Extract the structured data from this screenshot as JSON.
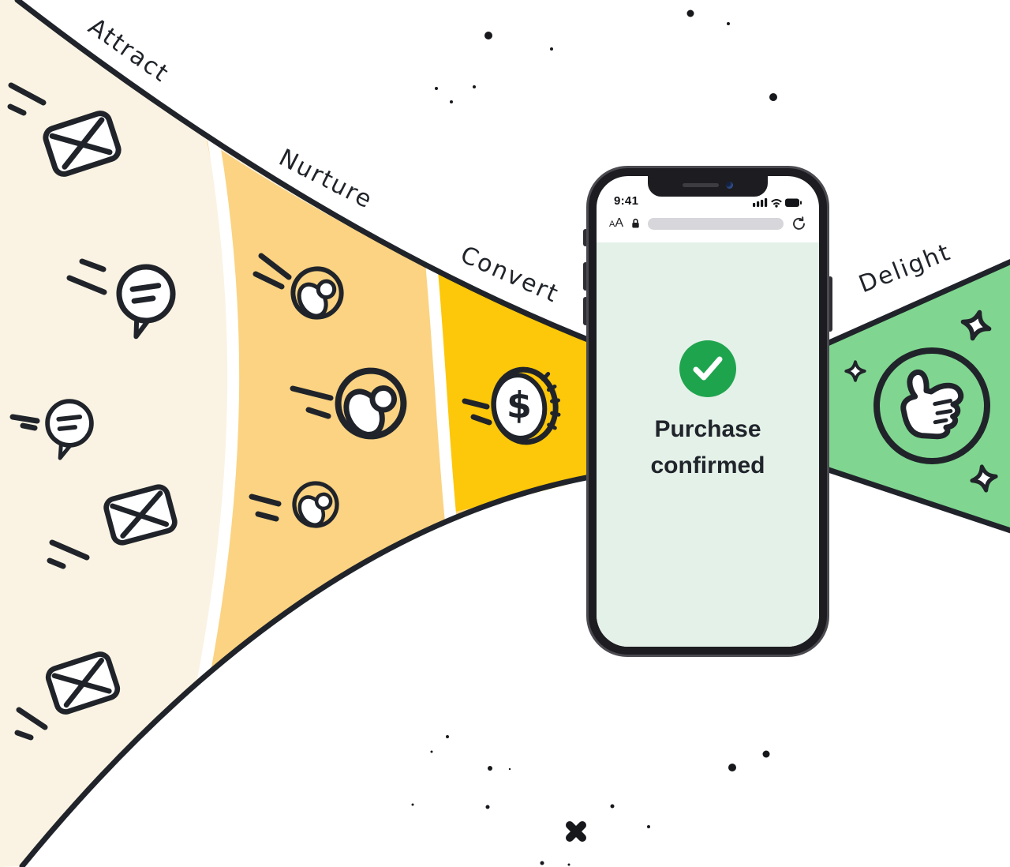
{
  "funnel": {
    "stages": [
      {
        "label": "Attract",
        "color": "#FAF3E3"
      },
      {
        "label": "Nurture",
        "color": "#FBD382"
      },
      {
        "label": "Convert",
        "color": "#FDC70A"
      },
      {
        "label": "Delight",
        "color": "#80D690"
      }
    ]
  },
  "icons": {
    "coin_symbol": "$",
    "names": [
      "envelope-icon",
      "speech-bubble-icon",
      "person-icon",
      "dollar-coin-icon",
      "thumbs-up-icon",
      "sparkle-star-icon",
      "checkmark-icon"
    ]
  },
  "phone": {
    "status_bar": {
      "time": "9:41"
    },
    "browser_bar": {
      "reader_label_small": "A",
      "reader_label_large": "A"
    },
    "content": {
      "message": "Purchase confirmed",
      "check_color": "#1FA44E",
      "background_color": "#E4F1E8"
    }
  },
  "palette": {
    "outline": "#20242A",
    "page_background": "#FFFFFF",
    "divider_gap": "#FFFFFF"
  }
}
